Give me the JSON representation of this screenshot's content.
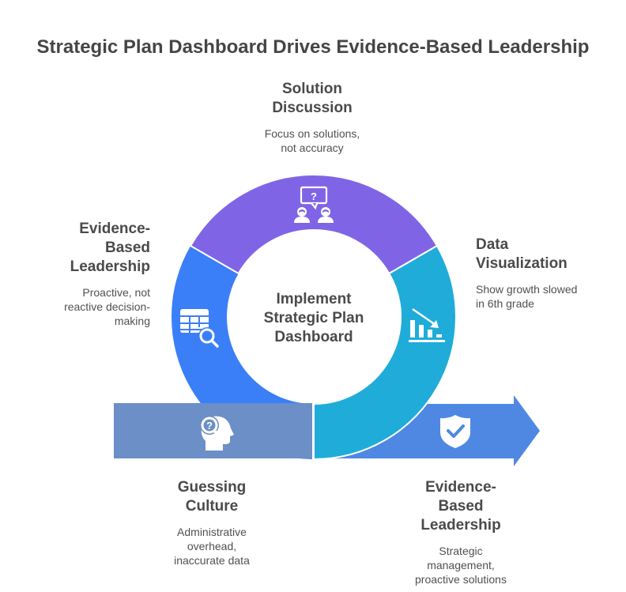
{
  "title": "Strategic Plan Dashboard Drives Evidence-Based Leadership",
  "center": {
    "label": "Implement Strategic Plan Dashboard"
  },
  "colors": {
    "purple": "#7f65e6",
    "blue": "#3a7ff8",
    "cyan": "#20acd9",
    "slate": "#6b8fc6",
    "arrow": "#4f88e3",
    "text": "#4a4a4a"
  },
  "segments": [
    {
      "id": "solution-discussion",
      "title_lines": [
        "Solution",
        "Discussion"
      ],
      "desc_lines": [
        "Focus on solutions,",
        "not accuracy"
      ],
      "icon": "people-question-icon",
      "color": "#7f65e6"
    },
    {
      "id": "evidence-based-leadership-left",
      "title_lines": [
        "Evidence-",
        "Based",
        "Leadership"
      ],
      "desc_lines": [
        "Proactive, not",
        "reactive decision-",
        "making"
      ],
      "icon": "table-search-icon",
      "color": "#3a7ff8"
    },
    {
      "id": "data-visualization",
      "title_lines": [
        "Data",
        "Visualization"
      ],
      "desc_lines": [
        "Show growth slowed",
        "in 6th grade"
      ],
      "icon": "declining-chart-icon",
      "color": "#20acd9"
    }
  ],
  "bottom": [
    {
      "id": "guessing-culture",
      "title_lines": [
        "Guessing",
        "Culture"
      ],
      "desc_lines": [
        "Administrative",
        "overhead,",
        "inaccurate data"
      ],
      "icon": "head-question-icon",
      "color": "#6b8fc6"
    },
    {
      "id": "evidence-based-leadership-bottom",
      "title_lines": [
        "Evidence-",
        "Based",
        "Leadership"
      ],
      "desc_lines": [
        "Strategic",
        "management,",
        "proactive solutions"
      ],
      "icon": "shield-check-icon",
      "color": "#4f88e3"
    }
  ]
}
